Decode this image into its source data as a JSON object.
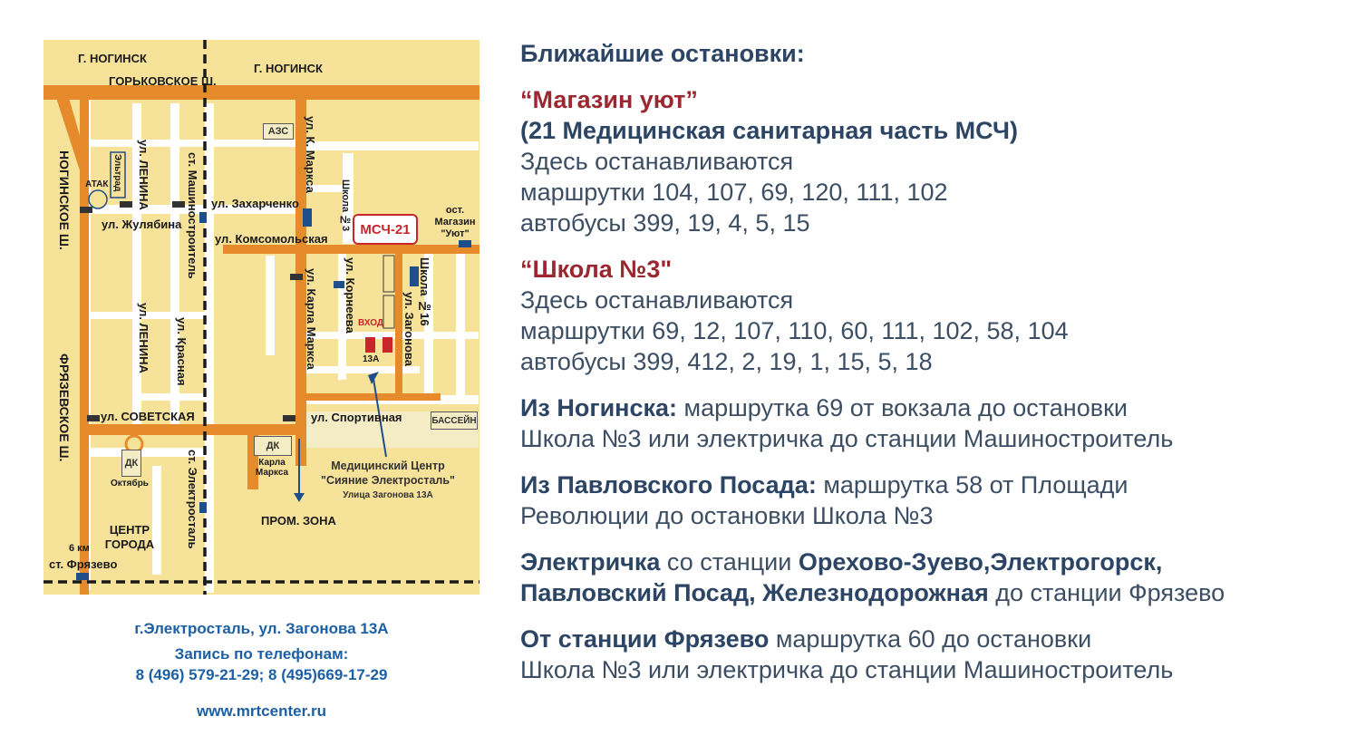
{
  "map": {
    "colors": {
      "background": "#f7e29a",
      "road": "#e58b2c",
      "street": "#ffffff",
      "rail": "#1a1a1a",
      "accent": "#c8262a"
    },
    "labels": {
      "noginsk_top_left": "Г. НОГИНСК",
      "gorkovskoe": "ГОРЬКОВСКОЕ Ш.",
      "noginsk_top": "Г. НОГИНСК",
      "noginskoe_sh": "НОГИНСКОЕ Ш.",
      "fryazevskoe_sh": "ФРЯЗЕВСКОЕ Ш.",
      "eltrad": "Эльтрад",
      "atak": "АТАК",
      "lenina_top": "ул. ЛЕНИНА",
      "lenina_bottom": "ул. ЛЕНИНА",
      "mashinostroitel": "ст. Машиностроитель",
      "zharchenko": "ул. Захарченко",
      "zhulyabina": "ул. Жулябина",
      "komsomolskaya": "ул. Комсомольская",
      "k_marksa": "ул. К. Маркса",
      "shkola3": "Школа №3",
      "azs": "АЗС",
      "msch21": "МСЧ-21",
      "ost_magazin": "ост. Магазин \"Уют\"",
      "korneeva": "ул. Корнеева",
      "shkola16": "Школа №16",
      "zagonova": "ул. Загонова",
      "vhod": "ВХОД",
      "num13a": "13А",
      "karla_marksa": "ул. Карла Маркса",
      "krasnaya": "ул. Красная",
      "sovetskaya": "ул. СОВЕТСКАЯ",
      "sportivnaya": "ул. Спортивная",
      "basseyn": "БАССЕЙН",
      "dk_oktyabr_box": "ДК",
      "dk_oktyabr": "Октябрь",
      "dk_km_box": "ДК",
      "dk_km": "Карла Маркса",
      "elektrostal_st": "ст. Электросталь",
      "center_line1": "Медицинский Центр",
      "center_line2": "\"Сияние Электросталь\"",
      "center_line3": "Улица Загонова 13А",
      "prom_zona": "ПРОМ. ЗОНА",
      "center_goroda_1": "ЦЕНТР",
      "center_goroda_2": "ГОРОДА",
      "km6": "6 км",
      "fryazevo_st": "ст. Фрязево"
    }
  },
  "caption": {
    "address": "г.Электросталь, ул. Загонова 13А",
    "phones_label": "Запись по телефонам:",
    "phones": "8 (496) 579-21-29; 8 (495)669-17-29",
    "website": "www.mrtcenter.ru"
  },
  "info": {
    "heading": "Ближайшие остановки:",
    "stop1": {
      "name": "“Магазин уют”",
      "subtitle": "(21 Медицинская санитарная часть МСЧ)",
      "stops_here": "Здесь останавливаются",
      "minibus": "маршрутки 104, 107, 69, 120, 111, 102",
      "bus": "автобусы 399, 19, 4, 5, 15"
    },
    "stop2": {
      "name": "“Школа №3\"",
      "stops_here": "Здесь останавливаются",
      "minibus": "маршрутки 69, 12, 107, 110, 60, 111, 102, 58, 104",
      "bus": "автобусы 399, 412, 2, 19, 1, 15, 5, 18"
    },
    "from_noginsk": {
      "label": "Из Ногинска:",
      "text1": " маршрутка 69 от вокзала до остановки",
      "text2": "Школа №3 или электричка до станции Машиностроитель"
    },
    "from_pavlovsky": {
      "label": "Из Павловского Посада:",
      "text1": " маршрутка 58 от Площади",
      "text2": "Революции до остановки Школа №3"
    },
    "train": {
      "label": "Электричка",
      "mid1": " со станции ",
      "stations1": "Орехово-Зуево,Электрогорск,",
      "stations2": "Павловский Посад, Железнодорожная",
      "end": " до станции Фрязево"
    },
    "from_fryazevo": {
      "label": "От станции Фрязево",
      "text1": " маршрутка 60 до остановки",
      "text2": "Школа №3 или электричка до станции Машиностроитель"
    }
  }
}
